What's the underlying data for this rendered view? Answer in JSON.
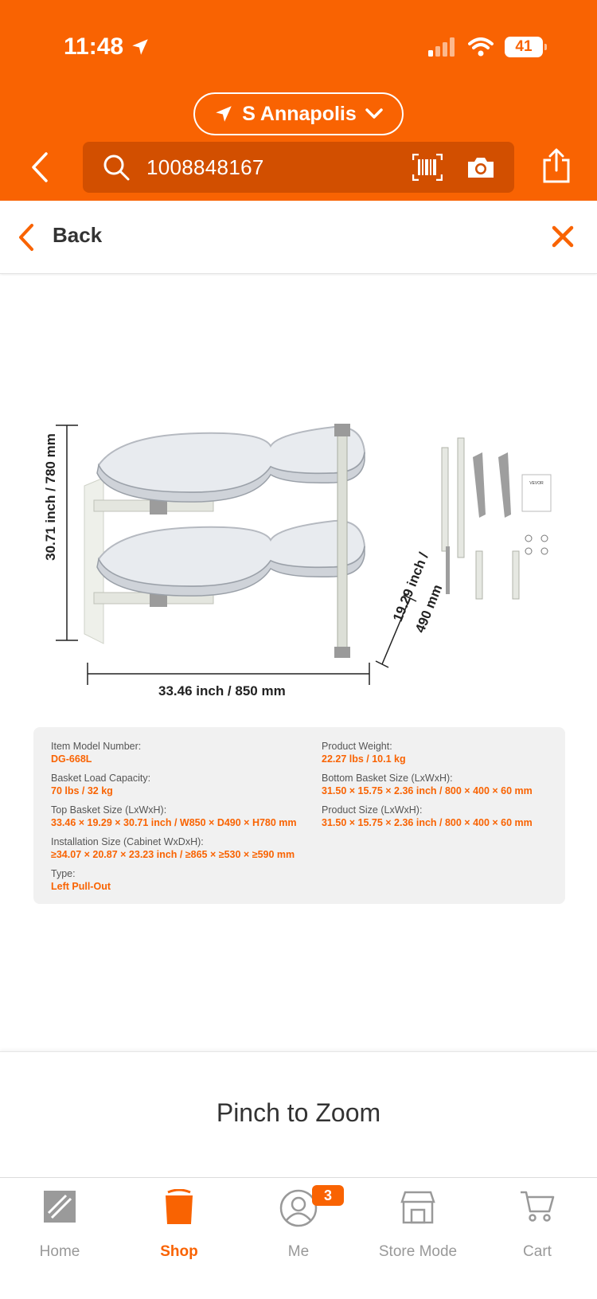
{
  "status": {
    "time": "11:48",
    "battery": "41"
  },
  "header": {
    "store": "S Annapolis",
    "search_value": "1008848167"
  },
  "backbar": {
    "label": "Back"
  },
  "product": {
    "dim_height": "30.71 inch / 780 mm",
    "dim_width": "33.46 inch / 850 mm",
    "dim_depth_1": "19.29 inch /",
    "dim_depth_2": "490 mm",
    "brand_mark": "VEVOR",
    "specs": [
      {
        "key": "Item Model Number:",
        "value": "DG-668L"
      },
      {
        "key": "Product Weight:",
        "value": "22.27 lbs / 10.1 kg"
      },
      {
        "key": "Basket Load Capacity:",
        "value": "70 lbs / 32 kg"
      },
      {
        "key": "Bottom Basket Size (LxWxH):",
        "value": "31.50 × 15.75 × 2.36 inch / 800 × 400 × 60 mm"
      },
      {
        "key": "Top Basket Size (LxWxH):",
        "value": "33.46 × 19.29 × 30.71 inch / W850 × D490 × H780 mm"
      },
      {
        "key": "Product Size (LxWxH):",
        "value": "31.50 × 15.75 × 2.36 inch / 800 × 400 × 60 mm"
      },
      {
        "key": "Installation Size (Cabinet WxDxH):",
        "value": "≥34.07 × 20.87 × 23.23 inch / ≥865 × ≥530 × ≥590 mm"
      },
      {
        "key": "Type:",
        "value": "Left Pull-Out"
      }
    ]
  },
  "zoom_hint": "Pinch to Zoom",
  "tabs": [
    {
      "label": "Home",
      "icon": "home-depot-logo-icon"
    },
    {
      "label": "Shop",
      "icon": "shop-bucket-icon"
    },
    {
      "label": "Me",
      "icon": "person-icon"
    },
    {
      "label": "Store Mode",
      "icon": "store-icon"
    },
    {
      "label": "Cart",
      "icon": "cart-icon"
    }
  ],
  "me_badge": "3",
  "colors": {
    "brand": "#f96302",
    "brand_dark": "#d24f00"
  }
}
